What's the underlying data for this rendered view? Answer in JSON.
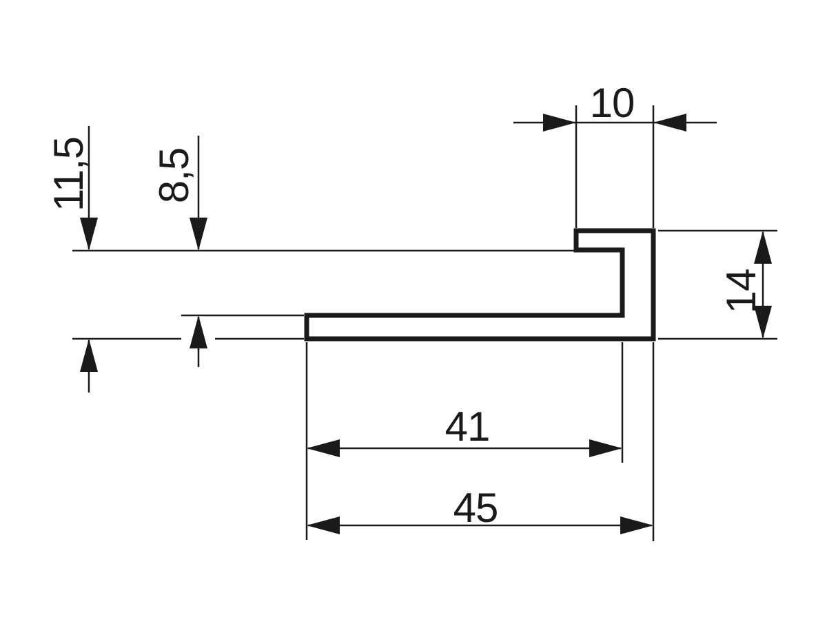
{
  "drawing": {
    "type": "profile-cross-section-dimension-drawing",
    "dims": {
      "d10": "10",
      "d11_5": "11,5",
      "d8_5": "8,5",
      "d14": "14",
      "d41": "41",
      "d45": "45"
    }
  },
  "colors": {
    "line": "#1a1a1a",
    "background": "#ffffff"
  }
}
